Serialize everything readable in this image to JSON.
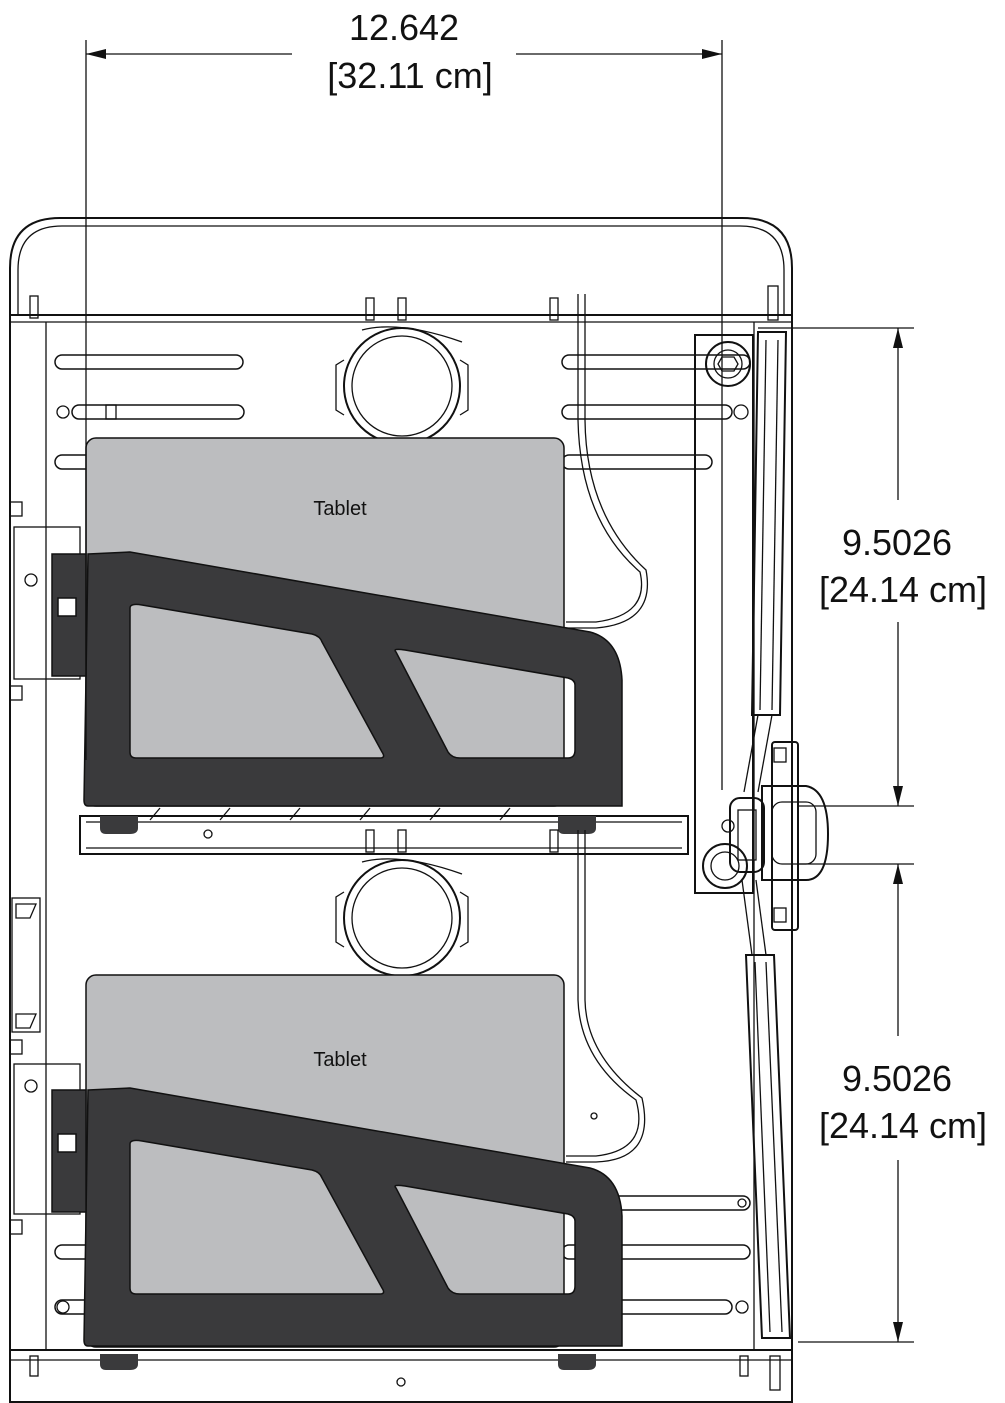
{
  "dimensions": {
    "width": {
      "value": "12.642",
      "metric": "[32.11 cm]"
    },
    "upper_height": {
      "value": "9.5026",
      "metric": "[24.14 cm]"
    },
    "lower_height": {
      "value": "9.5026",
      "metric": "[24.14 cm]"
    }
  },
  "tablets": [
    {
      "label": "Tablet"
    },
    {
      "label": "Tablet"
    }
  ],
  "colors": {
    "line": "#111111",
    "tablet": "#bcbdbf",
    "holder": "#3a3a3c",
    "background": "#ffffff"
  }
}
